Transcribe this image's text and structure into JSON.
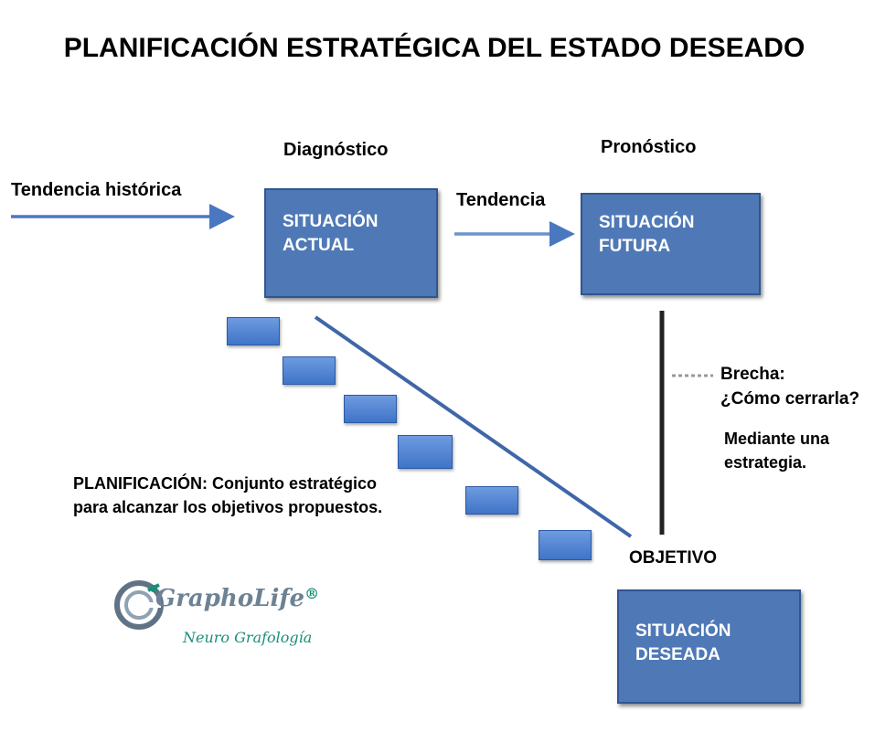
{
  "title": "PLANIFICACIÓN ESTRATÉGICA DEL ESTADO DESEADO",
  "labels": {
    "historical_trend": "Tendencia histórica",
    "diagnosis": "Diagnóstico",
    "trend": "Tendencia",
    "prognosis": "Pronóstico",
    "objective": "OBJETIVO"
  },
  "boxes": {
    "current": [
      "SITUACIÓN",
      "ACTUAL"
    ],
    "future": [
      "SITUACIÓN",
      "FUTURA"
    ],
    "desired": [
      "SITUACIÓN",
      "DESEADA"
    ]
  },
  "gap": {
    "title": "Brecha:",
    "question": "¿Cómo cerrarla?",
    "answer": [
      "Mediante una",
      "estrategia."
    ]
  },
  "planning": {
    "term": "PLANIFICACIÓN:",
    "definition_1": "Conjunto estratégico",
    "definition_2": "para alcanzar los objetivos propuestos."
  },
  "logo": {
    "name": "GraphoLife",
    "registered": "®",
    "subtitle": "Neuro Grafología"
  },
  "colors": {
    "box_fill": "#4f79b6",
    "arrow": "#4a78c0",
    "logo_teal": "#1b8f79"
  }
}
